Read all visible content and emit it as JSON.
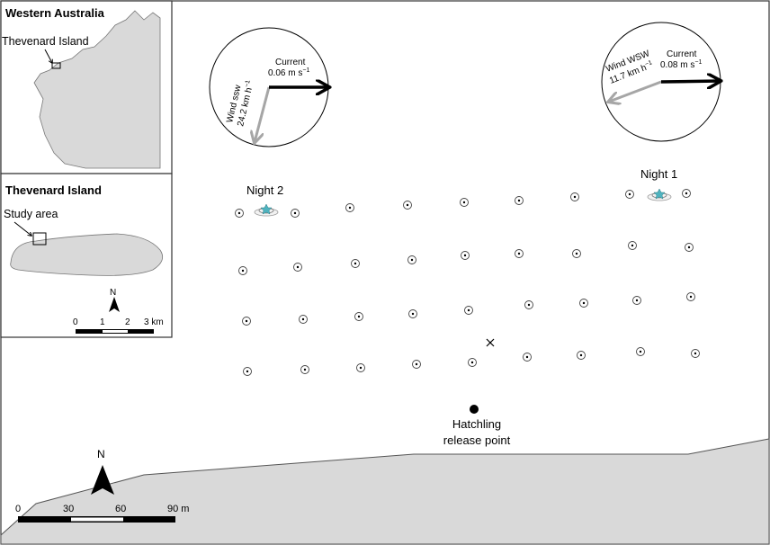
{
  "inset_wa": {
    "title": "Western Australia",
    "label": "Thevenard Island"
  },
  "inset_ti": {
    "title": "Thevenard Island",
    "label": "Study area",
    "north": "N",
    "scale_labels": [
      "0",
      "1",
      "2",
      "3 km"
    ]
  },
  "main": {
    "night2_label": "Night 2",
    "night1_label": "Night 1",
    "release_line1": "Hatchling",
    "release_line2": "release point",
    "north": "N",
    "scale_labels": [
      "0",
      "30",
      "60",
      "90 m"
    ]
  },
  "compass_night2": {
    "current_title": "Current",
    "current_value": "0.06 m s",
    "current_exp": "−1",
    "wind_title": "Wind ssw",
    "wind_value": "24.2 km h",
    "wind_exp": "−1"
  },
  "compass_night1": {
    "current_title": "Current",
    "current_value": "0.08 m s",
    "current_exp": "−1",
    "wind_title": "Wind WSW",
    "wind_value": "11.7 km h",
    "wind_exp": "−1"
  },
  "colors": {
    "land": "#d9d9d9",
    "turtle_accent": "#4fb3bf",
    "wind_arrow": "#a6a6a6",
    "current_arrow": "#000000"
  }
}
